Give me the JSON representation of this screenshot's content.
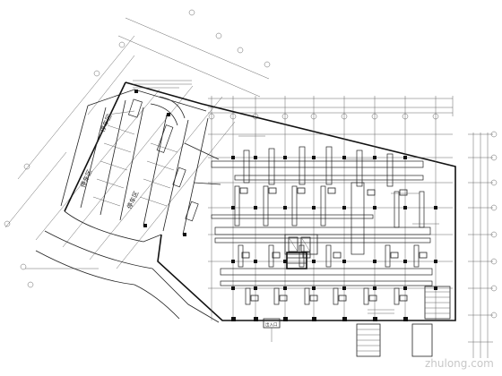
{
  "regions": {
    "parking_left_upper": "停车区",
    "parking_left_lower": "停车区",
    "parking_center": "停车区",
    "entrance": "出入口"
  },
  "watermark": "zhulong.com"
}
